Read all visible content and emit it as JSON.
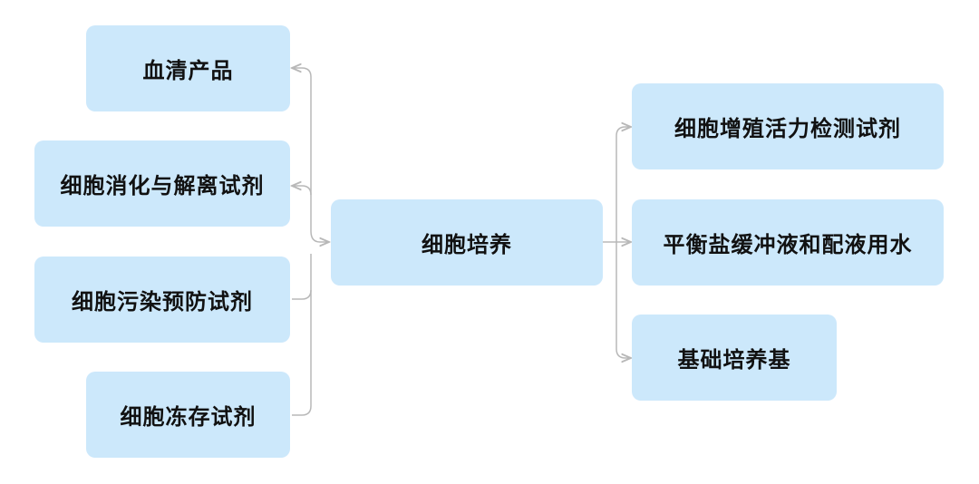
{
  "center": {
    "label": "细胞培养"
  },
  "left_nodes": [
    {
      "label": "血清产品"
    },
    {
      "label": "细胞消化与解离试剂"
    },
    {
      "label": "细胞污染预防试剂"
    },
    {
      "label": "细胞冻存试剂"
    }
  ],
  "right_nodes": [
    {
      "label": "细胞增殖活力检测试剂"
    },
    {
      "label": "平衡盐缓冲液和配液用水"
    },
    {
      "label": "基础培养基"
    }
  ],
  "colors": {
    "node_fill": "#cce8fb",
    "connector": "#b8b8b8"
  }
}
